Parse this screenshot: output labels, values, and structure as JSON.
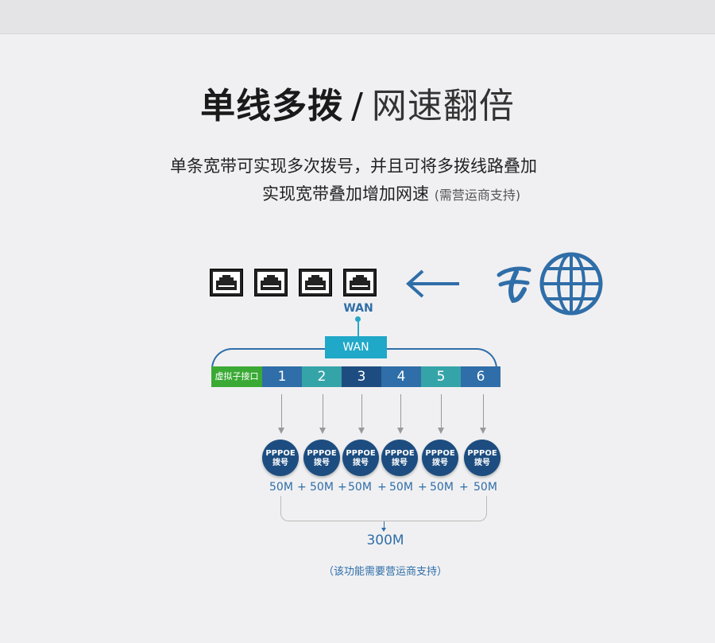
{
  "headline": {
    "bold": "单线多拨",
    "separator": "/",
    "light": "网速翻倍"
  },
  "description": {
    "line1": "单条宽带可实现多次拨号，并且可将多拨线路叠加",
    "line2": "实现宽带叠加增加网速",
    "line2_note": "(需营运商支持)"
  },
  "diagram": {
    "lan_port_icon": "ethernet-port-icon",
    "wan_label": "WAN",
    "wan_box_label": "WAN",
    "arrow_icon": "arrow-left-icon",
    "telecom_icon": "china-telecom-logo-icon",
    "globe_icon": "globe-icon",
    "virtual_port_label": "虚拟子接口",
    "segments": [
      {
        "label": "1",
        "color": "#2f6ea8"
      },
      {
        "label": "2",
        "color": "#35a4a8"
      },
      {
        "label": "3",
        "color": "#1d4d80"
      },
      {
        "label": "4",
        "color": "#2f6ea8"
      },
      {
        "label": "5",
        "color": "#35a4a8"
      },
      {
        "label": "6",
        "color": "#2f6ea8"
      }
    ],
    "dialers": [
      {
        "line1": "PPPOE",
        "line2": "拨号",
        "bandwidth": "50M"
      },
      {
        "line1": "PPPOE",
        "line2": "拨号",
        "bandwidth": "50M"
      },
      {
        "line1": "PPPOE",
        "line2": "拨号",
        "bandwidth": "50M"
      },
      {
        "line1": "PPPOE",
        "line2": "拨号",
        "bandwidth": "50M"
      },
      {
        "line1": "PPPOE",
        "line2": "拨号",
        "bandwidth": "50M"
      },
      {
        "line1": "PPPOE",
        "line2": "拨号",
        "bandwidth": "50M"
      }
    ],
    "plus_sign": "+",
    "total": "300M",
    "footnote": "（该功能需要营运商支持）"
  },
  "colors": {
    "accent": "#2f6ea8",
    "teal": "#20a8c8",
    "green": "#3aaa35",
    "dark_blue": "#1d4d80"
  }
}
